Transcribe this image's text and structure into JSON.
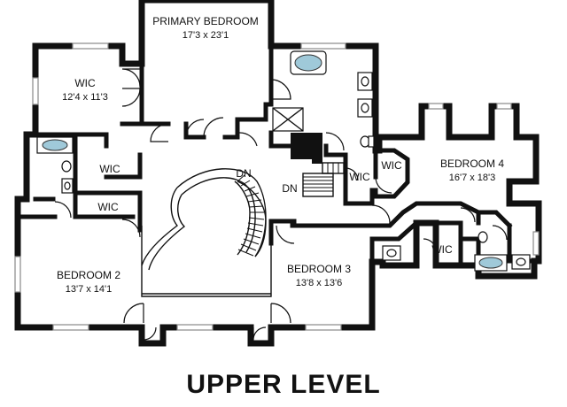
{
  "title": "UPPER LEVEL",
  "rooms": {
    "primary_bedroom": {
      "name": "PRIMARY BEDROOM",
      "dims": "17'3 x 23'1"
    },
    "wic_main": {
      "name": "WIC",
      "dims": "12'4 x 11'3"
    },
    "wic_left_1": {
      "name": "WIC"
    },
    "wic_left_2": {
      "name": "WIC"
    },
    "wic_center": {
      "name": "WIC"
    },
    "wic_bed4": {
      "name": "WIC"
    },
    "wic_bath": {
      "name": "WIC"
    },
    "bedroom_2": {
      "name": "BEDROOM 2",
      "dims": "13'7 x 14'1"
    },
    "bedroom_3": {
      "name": "BEDROOM 3",
      "dims": "13'8 x 13'6"
    },
    "bedroom_4": {
      "name": "BEDROOM 4",
      "dims": "16'7 x 18'3"
    }
  },
  "stairs": {
    "dn_main": "DN",
    "dn_back": "DN"
  },
  "colors": {
    "wall": "#111111",
    "tub": "#9fc9d9",
    "background": "#ffffff"
  }
}
